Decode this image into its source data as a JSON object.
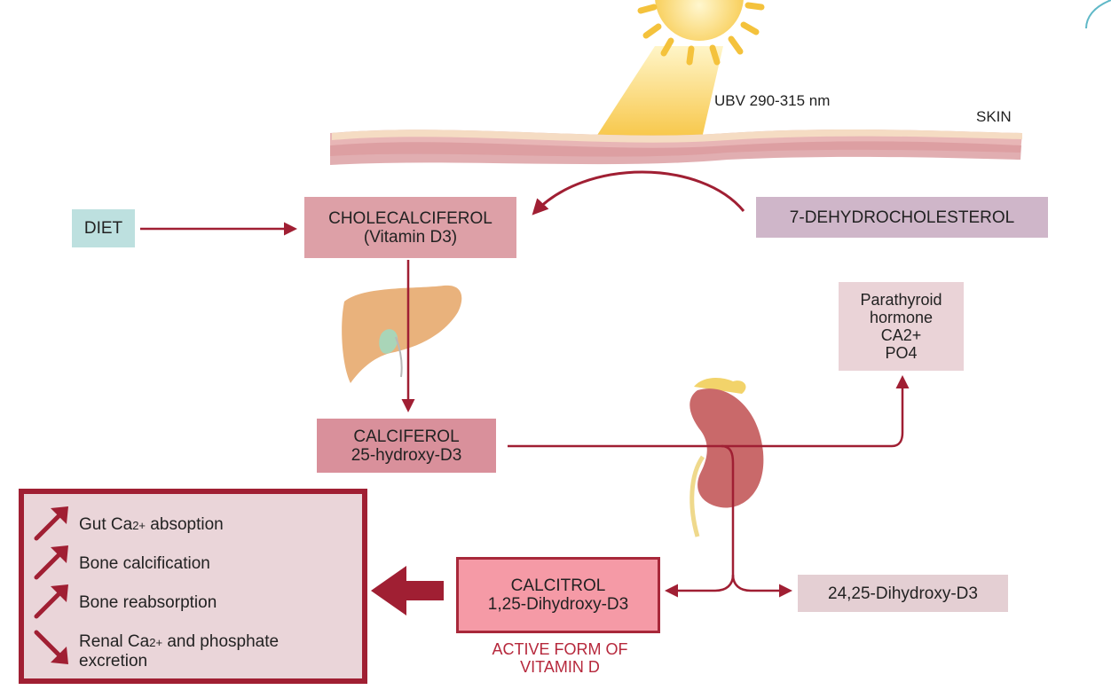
{
  "sun": {
    "label": "UBV 290-315 nm"
  },
  "skin": {
    "label": "SKIN"
  },
  "diet": {
    "label": "DIET"
  },
  "cholecalciferol": {
    "line1": "CHOLECALCIFEROL",
    "line2": "(Vitamin D3)"
  },
  "dehydrocholesterol": {
    "label": "7-DEHYDROCHOLESTEROL"
  },
  "parathyroid": {
    "line1": "Parathyroid",
    "line2": "hormone",
    "line3": "CA2+",
    "line4": "PO4"
  },
  "calciferol": {
    "line1": "CALCIFEROL",
    "line2": "25-hydroxy-D3"
  },
  "calcitrol": {
    "line1": "CALCITROL",
    "line2": "1,25-Dihydroxy-D3"
  },
  "active_form": {
    "line1": "ACTIVE FORM OF",
    "line2": "VITAMIN D"
  },
  "dihydroxy_2425": {
    "label": "24,25-Dihydroxy-D3"
  },
  "effects": [
    {
      "pre": "Gut Ca",
      "sub": "2+",
      "post": " absoption",
      "direction": "up"
    },
    {
      "pre": "Bone calcification",
      "sub": "",
      "post": "",
      "direction": "up"
    },
    {
      "pre": "Bone reabsorption",
      "sub": "",
      "post": "",
      "direction": "up"
    },
    {
      "pre": "Renal Ca",
      "sub": "2+",
      "post": " and phosphate",
      "line2": "excretion",
      "direction": "down"
    }
  ],
  "colors": {
    "arrow": "#a01f33",
    "sun": "#f7c744",
    "skin": "#e8b8b8"
  }
}
